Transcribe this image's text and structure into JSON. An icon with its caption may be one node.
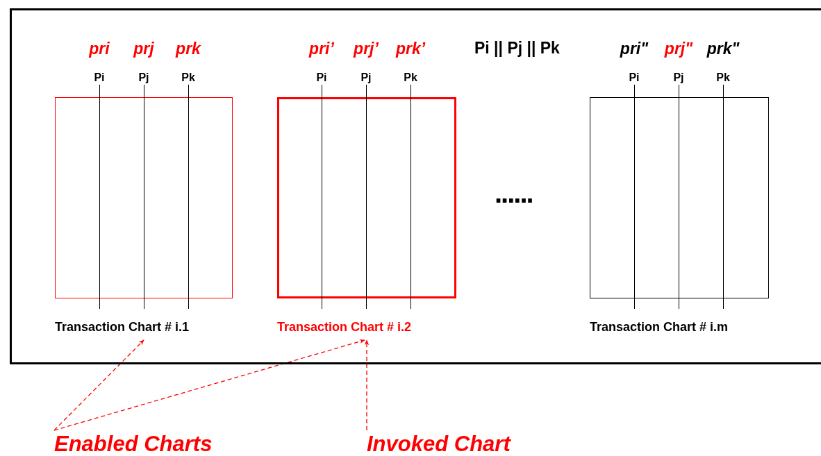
{
  "diagram": {
    "nodes": [
      {
        "text": [],
        "shape": "box"
      },
      {
        "text": [
          "Transaction Chart # i.1"
        ],
        "in": 0,
        "beside": [
          "pri",
          "prj",
          "prk",
          "Pi",
          "Pj",
          "Pk"
        ]
      },
      {
        "text": [
          "Transaction Chart # i.2"
        ],
        "in": 0,
        "beside": [
          "pri’",
          "prj’",
          "prk’",
          "Pi",
          "Pj",
          "Pk"
        ]
      },
      {
        "text": [
          "Transaction Chart # i.m"
        ],
        "in": 0,
        "beside": [
          "pri\"",
          "prj\"",
          "prk\"",
          "Pi",
          "Pj",
          "Pk"
        ]
      },
      {
        "text": [
          "Enabled Charts"
        ]
      },
      {
        "text": [
          "Invoked Chart"
        ]
      }
    ],
    "edges": [
      {
        "from": 4,
        "to": 1,
        "arrow": "to",
        "style": "dashed",
        "color": "#ff0000"
      },
      {
        "from": 4,
        "to": 2,
        "arrow": "to",
        "style": "dashed",
        "color": "#ff0000"
      },
      {
        "from": 5,
        "to": 2,
        "arrow": "to",
        "style": "dashed",
        "color": "#ff0000"
      }
    ],
    "labels": [
      "Pi || Pj || Pk",
      "......"
    ]
  }
}
